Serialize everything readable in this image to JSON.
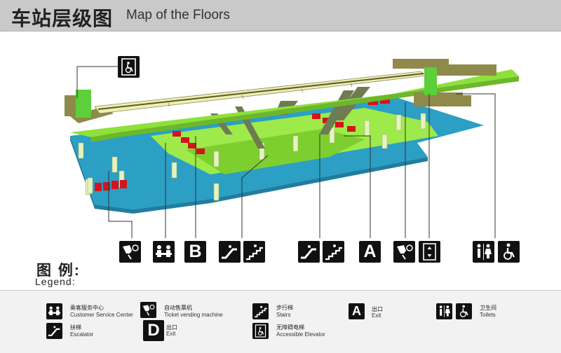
{
  "header": {
    "title_zh": "车站层级图",
    "title_en": "Map of the Floors"
  },
  "markers": {
    "ticket_vending": "ticket-vending-icon",
    "service_center": "customer-service-icon",
    "exit_b": "B",
    "escalator": "escalator-icon",
    "stairs": "stairs-icon",
    "exit_a": "A",
    "elevator": "elevator-icon",
    "toilets": "toilets-icon",
    "accessible": "accessible-icon",
    "accessible_elevator": "accessible-elevator-icon"
  },
  "legend": {
    "heading_zh": "图 例:",
    "heading_en": "Legend:",
    "items": [
      {
        "zh": "乘客服务中心",
        "en": "Customer Service Center"
      },
      {
        "zh": "自动售票机",
        "en": "Ticket vending machine"
      },
      {
        "zh": "步行梯",
        "en": "Stairs"
      },
      {
        "zh": "出口",
        "en": "Exit",
        "letter": "A"
      },
      {
        "zh": "卫生间",
        "en": "Toilets"
      },
      {
        "zh": "扶梯",
        "en": "Escalator"
      },
      {
        "zh": "出口",
        "en": "Exit",
        "letter": "D"
      },
      {
        "zh": "无障碍电梯",
        "en": "Accessible Elevator"
      }
    ]
  },
  "colors": {
    "green": "#8ee03a",
    "blue": "#2b9fc4",
    "red": "#d4141c",
    "header_bg": "#c9c9c9"
  }
}
